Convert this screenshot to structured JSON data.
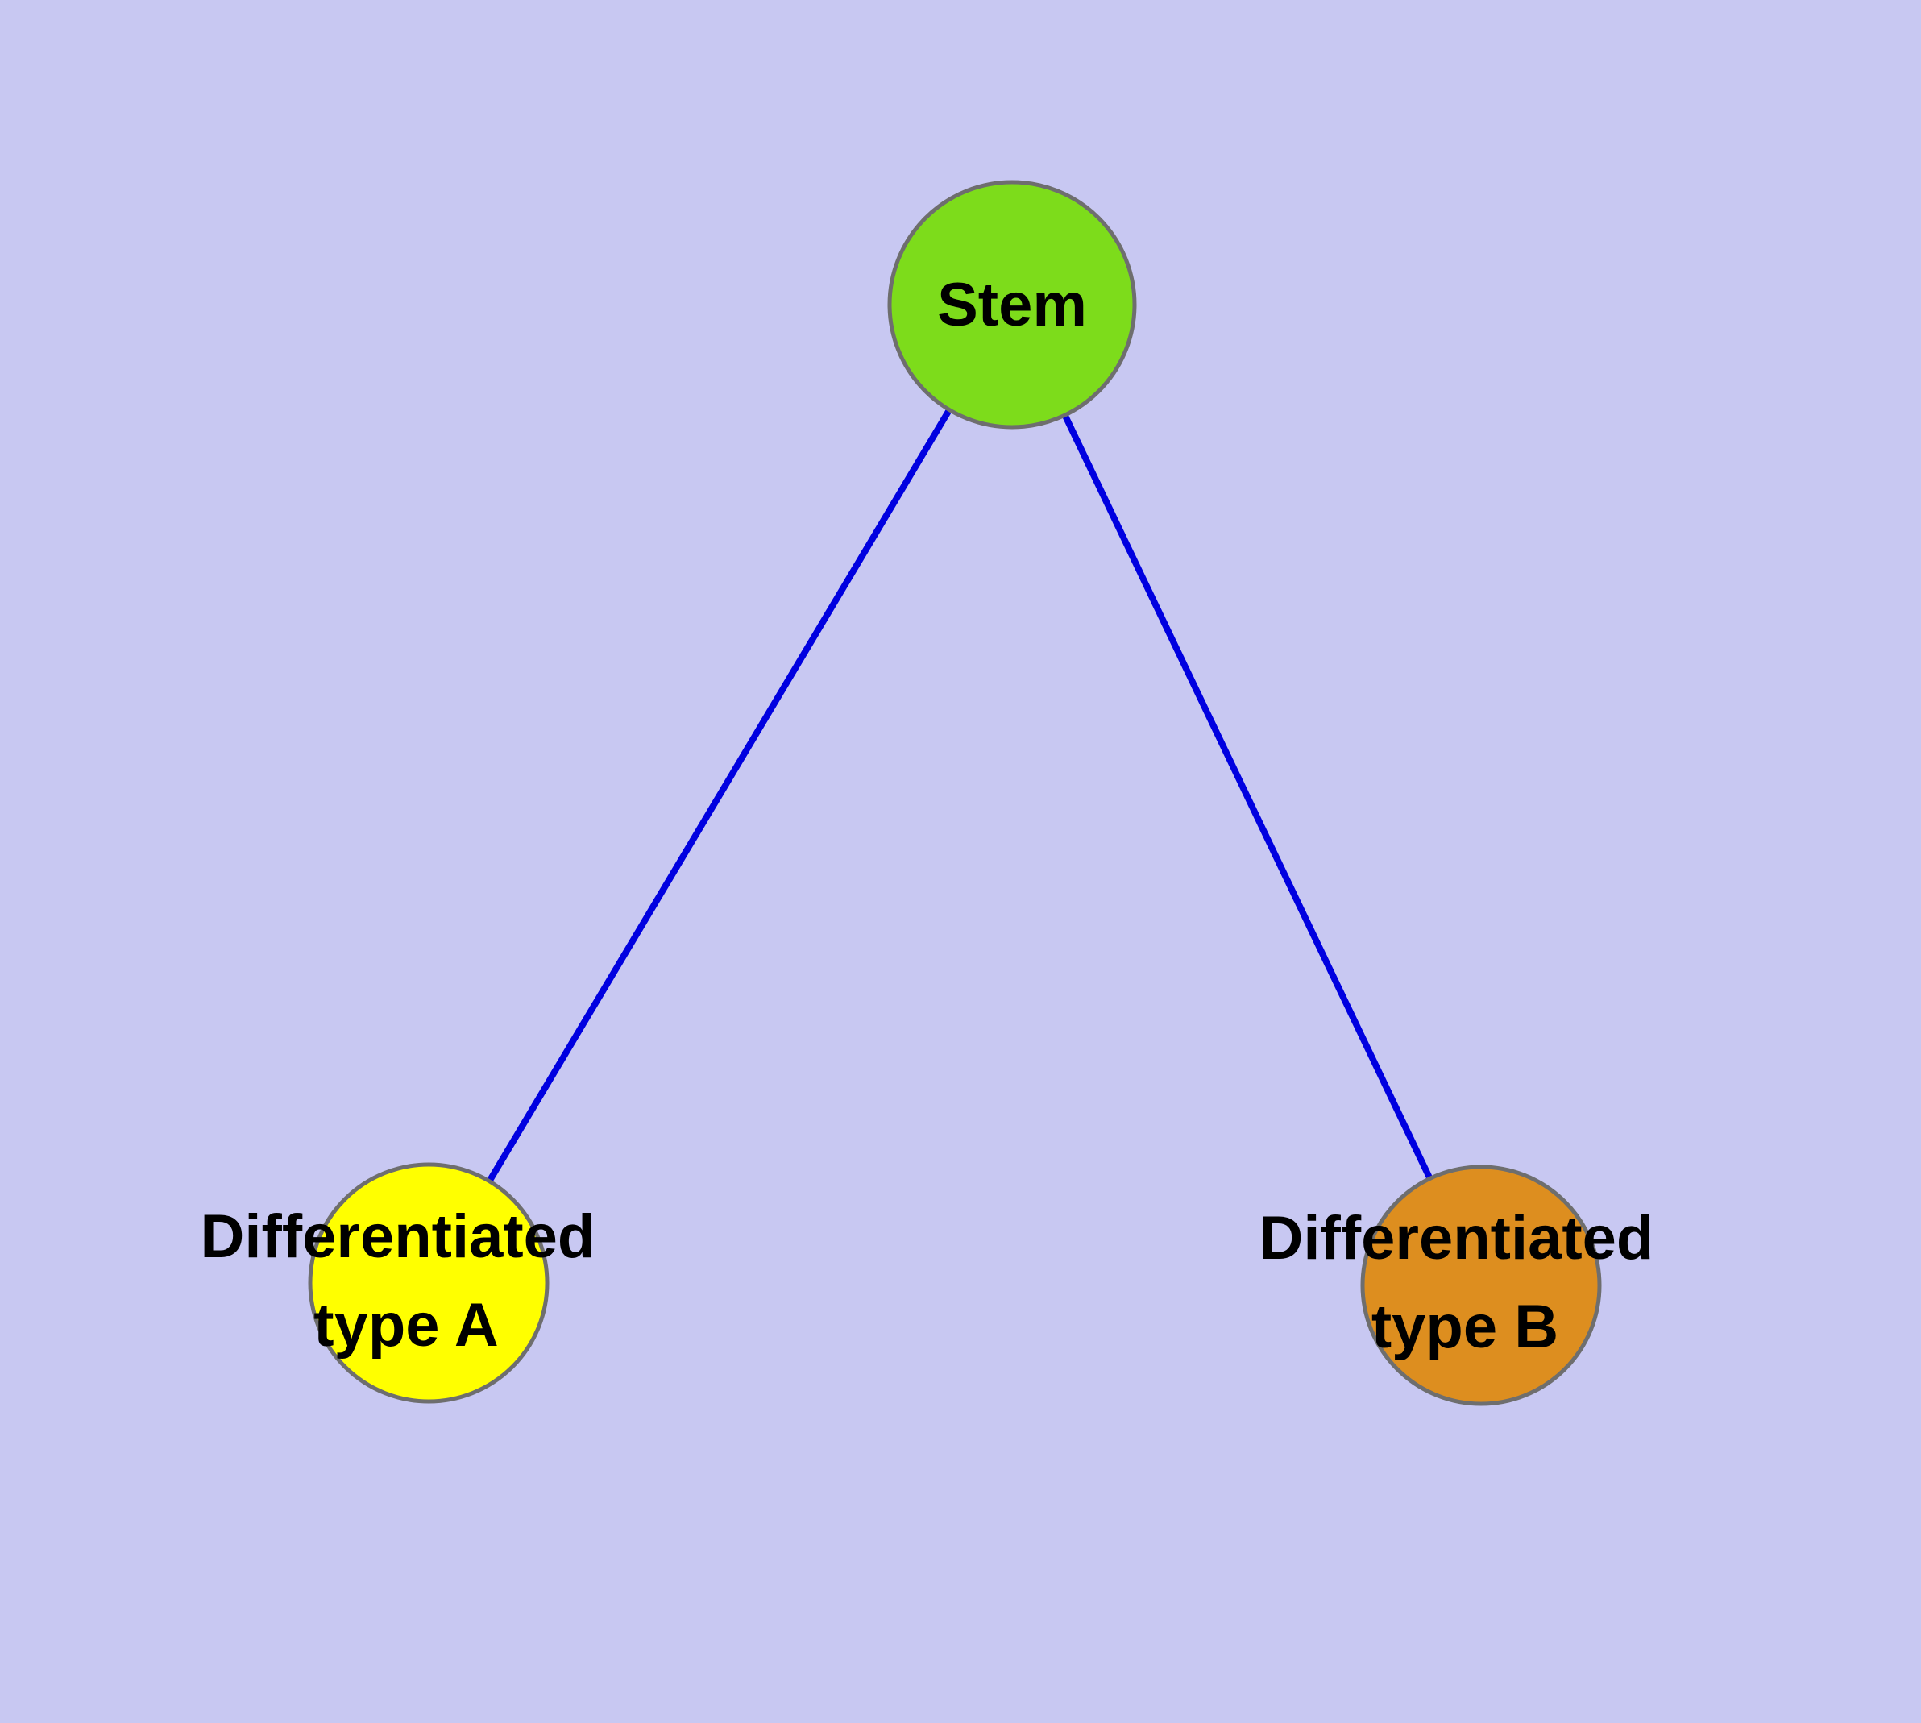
{
  "diagram": {
    "background_color": "#c8c8f2",
    "edge_color": "#0000e0",
    "node_border_color": "#6e6e6e",
    "nodes": {
      "stem": {
        "label": "Stem",
        "color": "#7ddc1b"
      },
      "type_a": {
        "label_line1": "Differentiated",
        "label_line2": "type A",
        "color": "#ffff00"
      },
      "type_b": {
        "label_line1": "Differentiated",
        "label_line2": "type B",
        "color": "#dd8e1f"
      }
    },
    "edges": [
      {
        "from": "stem",
        "to": "type_a"
      },
      {
        "from": "stem",
        "to": "type_b"
      }
    ]
  }
}
